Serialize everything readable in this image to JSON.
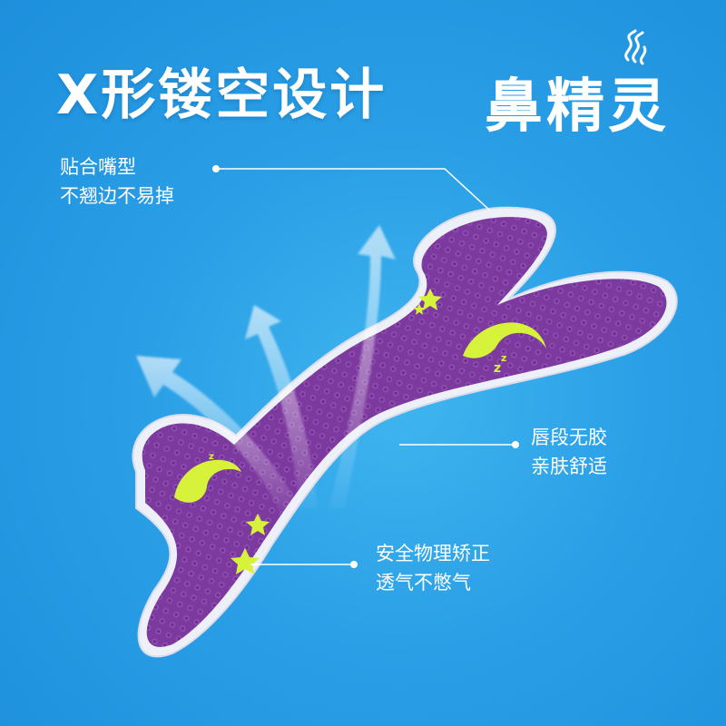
{
  "title": "X形镂空设计",
  "brand": {
    "name": "鼻精灵",
    "logo_icon": "steam-wisps-icon"
  },
  "callouts": [
    {
      "line1": "贴合嘴型",
      "line2": "不翘边不易掉"
    },
    {
      "line1": "唇段无胶",
      "line2": "亲肤舒适"
    },
    {
      "line1": "安全物理矫正",
      "line2": "透气不憋气"
    }
  ],
  "colors": {
    "background": "#2a9fe6",
    "patch": "#7c3a9e",
    "patch_border": "#eef0f8",
    "decoration": "#d6f23a",
    "text": "#ffffff"
  }
}
